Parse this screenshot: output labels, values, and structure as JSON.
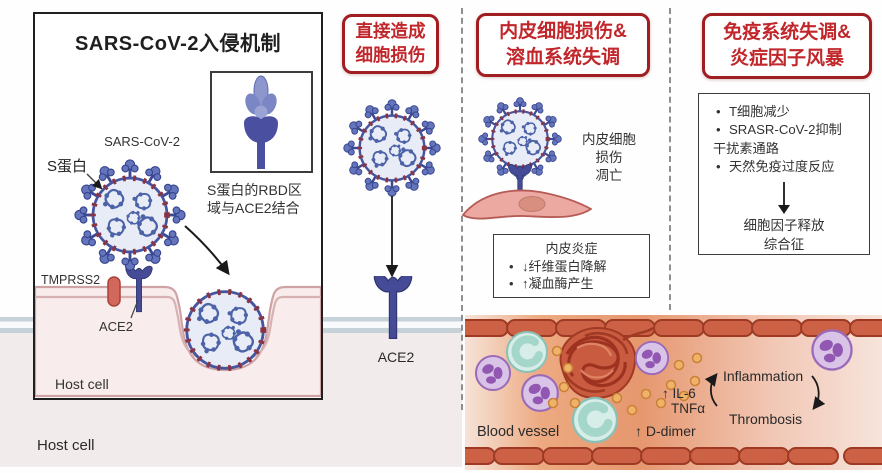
{
  "panel": {
    "title": "SARS-CoV-2入侵机制",
    "virus_label": "SARS-CoV-2",
    "s_protein_label": "S蛋白",
    "tmprss2_label": "TMPRSS2",
    "ace2_label": "ACE2",
    "host_cell_label": "Host cell",
    "inset_caption_line1": "S蛋白的RBD区",
    "inset_caption_line2": "域与ACE2结合"
  },
  "outer": {
    "host_cell_label": "Host cell"
  },
  "direct": {
    "heading_line1": "直接造成",
    "heading_line2": "细胞损伤",
    "ace2_label": "ACE2"
  },
  "endo": {
    "heading_line1": "内皮细胞损伤&",
    "heading_line2": "溶血系统失调",
    "caption_line1": "内皮细胞",
    "caption_line2": "损伤",
    "caption_line3": "凋亡",
    "info_title": "内皮炎症",
    "bullet1": "↓纤维蛋白降解",
    "bullet2": "↑凝血酶产生"
  },
  "immune": {
    "heading_line1": "免疫系统失调&",
    "heading_line2": "炎症因子风暴",
    "bullet1": "T细胞减少",
    "bullet2": "SRASR-CoV-2抑制",
    "bullet2_wrap": "干扰素通路",
    "bullet3": "天然免疫过度反应",
    "result_line1": "细胞因子释放",
    "result_line2": "综合征"
  },
  "vessel": {
    "label": "Blood vessel",
    "il6": "↑ IL-6",
    "tnfa": "TNFα",
    "d_dimer": "↑ D-dimer",
    "inflammation": "Inflammation",
    "thrombosis": "Thrombosis"
  },
  "colors": {
    "heading_text_red": "#c1262b",
    "heading_border_red": "#a01e22",
    "virus_blue": "#44549c",
    "virus_spike_blue": "#6575bc",
    "virus_nub_red": "#8c3342",
    "receptor_indigo": "#454b96",
    "tmprss2_red": "#d2685c",
    "membrane_gray": "#c7d1d8",
    "host_pink": "#f8ecec",
    "vessel_wall": "#cd6146",
    "clot_red": "#c95b40",
    "leukocyte_purple": "#d9c4e8",
    "monocyte_teal": "#d6ede8",
    "platelet_orange": "#efb269"
  }
}
